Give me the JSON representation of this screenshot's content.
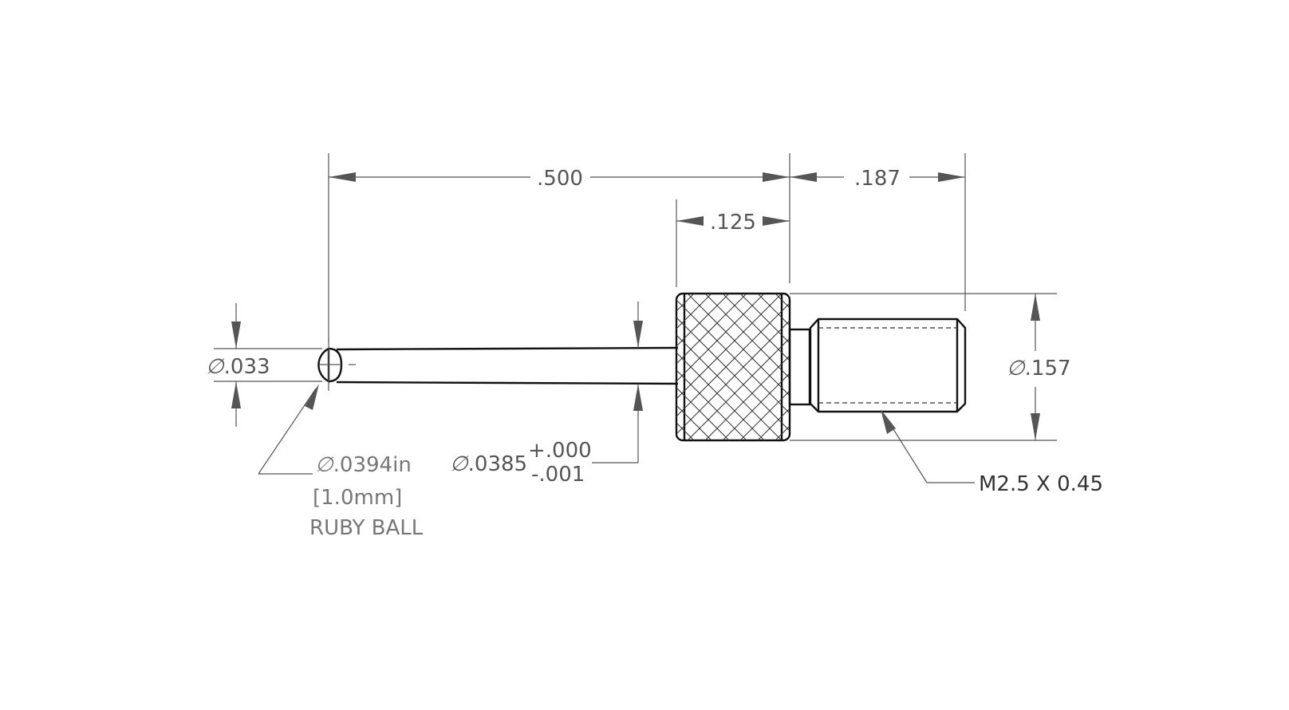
{
  "dimensions": {
    "overall_length": ".500",
    "thread_length": ".187",
    "knurl_width": ".125",
    "tip_dia": ".033",
    "body_dia": ".157",
    "stem_dia": ".0385",
    "stem_tol_upper": "+.000",
    "stem_tol_lower": "-.001"
  },
  "callouts": {
    "ball_dia": ".0394in",
    "ball_mm": "[1.0mm]",
    "ball_label": "RUBY BALL",
    "thread_spec": "M2.5 X 0.45"
  },
  "symbols": {
    "diameter": "∅"
  }
}
